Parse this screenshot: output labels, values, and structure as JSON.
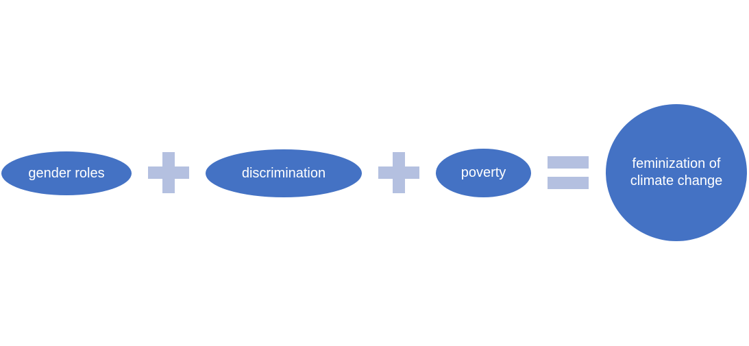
{
  "diagram": {
    "terms": [
      {
        "label": "gender roles"
      },
      {
        "label": "discrimination"
      },
      {
        "label": "poverty"
      }
    ],
    "result": {
      "label": "feminization of climate change"
    },
    "operators": [
      "+",
      "+",
      "="
    ],
    "colors": {
      "node_fill": "#4472c4",
      "node_text": "#ffffff",
      "operator_fill": "#b4c0e0"
    }
  }
}
